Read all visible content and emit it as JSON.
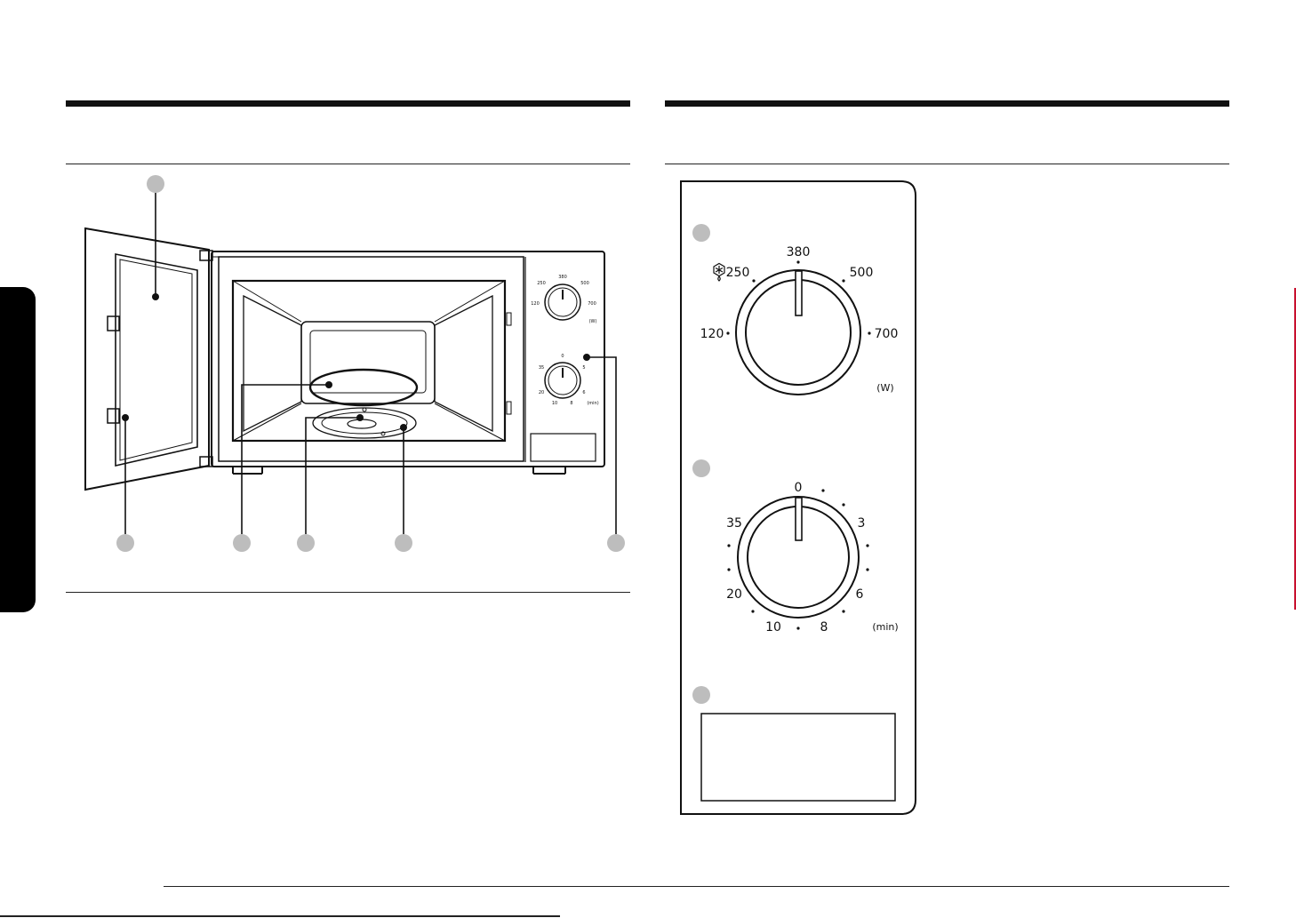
{
  "colors": {
    "ink": "#111111",
    "callout": "#bdbdbd",
    "side_tab": "#000000",
    "edge_mark": "#c8102e"
  },
  "power_dial": {
    "labels": [
      "250",
      "380",
      "500",
      "120",
      "700"
    ],
    "unit": "(W)",
    "defrost_icon": "defrost-icon"
  },
  "timer_dial": {
    "labels": [
      "0",
      "3",
      "35",
      "6",
      "20",
      "10",
      "8"
    ],
    "unit": "(min)"
  },
  "mini_power_dial": {
    "labels": [
      "250",
      "380",
      "500",
      "120",
      "700"
    ],
    "unit": "(W)"
  },
  "mini_timer_dial": {
    "labels": [
      "0",
      "5",
      "35",
      "6",
      "20",
      "10",
      "8"
    ],
    "unit": "(min)"
  }
}
